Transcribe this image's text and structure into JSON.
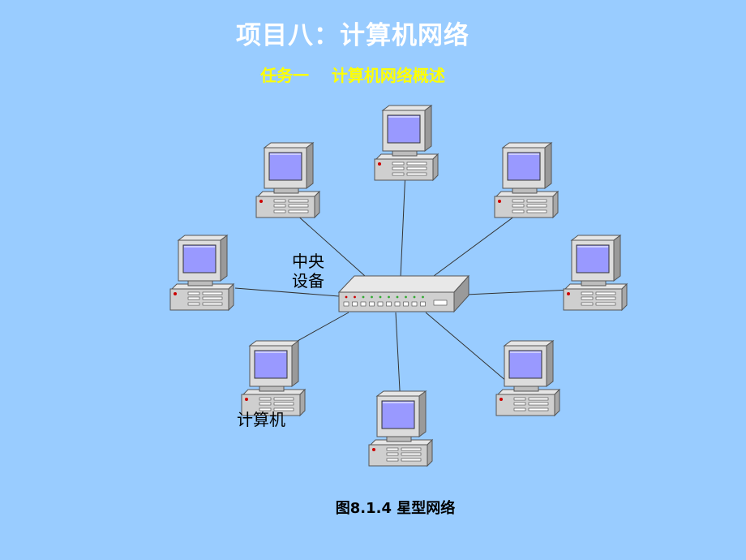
{
  "page": {
    "title": "项目八：计算机网络",
    "subtitle": "任务一    计算机网络概述",
    "caption": "图8.1.4  星型网络"
  },
  "diagram": {
    "type": "star-topology",
    "hub_label_line1": "中央",
    "hub_label_line2": "设备",
    "computer_label": "计算机",
    "computer_count": 8
  },
  "colors": {
    "background": "#99ccff",
    "title": "#ffffff",
    "subtitle": "#ffff00",
    "monitor_screen": "#9999ff",
    "device_body": "#cccccc"
  }
}
